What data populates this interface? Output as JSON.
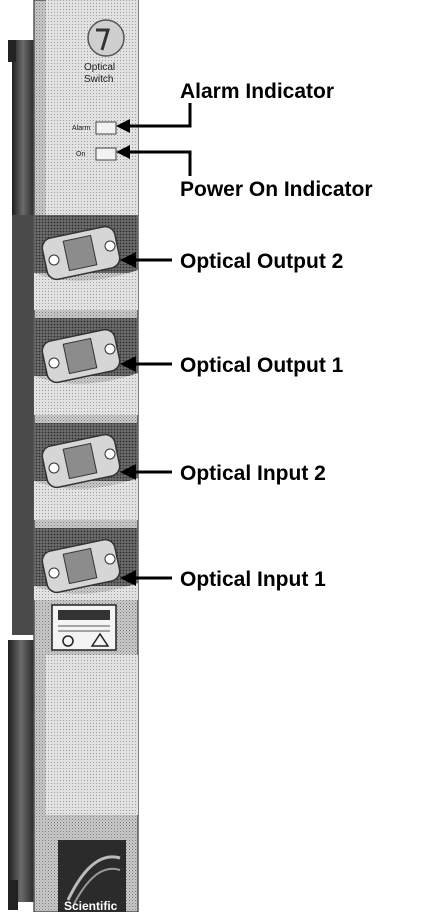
{
  "panel": {
    "title_line1": "Optical",
    "title_line2": "Switch",
    "led_alarm_label": "Alarm",
    "led_power_label": "On",
    "logo_text": "Scientific"
  },
  "callouts": {
    "alarm": "Alarm Indicator",
    "power": "Power On Indicator",
    "output2": "Optical Output 2",
    "output1": "Optical Output 1",
    "input2": "Optical Input 2",
    "input1": "Optical Input 1"
  },
  "colors": {
    "panel": "#bdbdbd",
    "panel_light": "#d8d8d8",
    "dark": "#2a2a2a",
    "connector": "#8e8e8e"
  }
}
